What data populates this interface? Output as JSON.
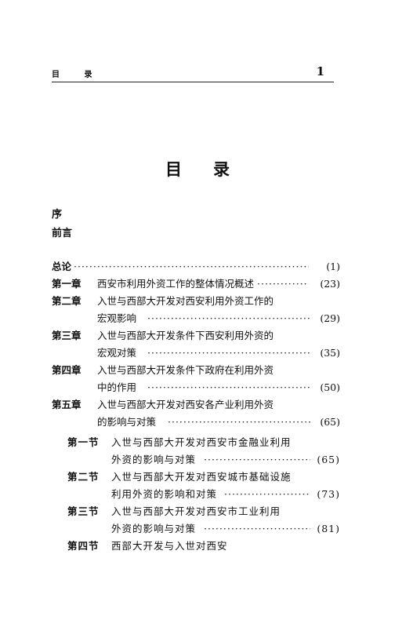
{
  "running_head": {
    "title": "目 录",
    "page_number": "1"
  },
  "main_title": "目录",
  "front_matter": [
    "序",
    "前言"
  ],
  "toc": [
    {
      "label": "",
      "lines": [
        "总论"
      ],
      "page": "(1)"
    },
    {
      "label": "第一章",
      "lines": [
        "西安市利用外资工作的整体情况概述"
      ],
      "page": "(23)"
    },
    {
      "label": "第二章",
      "lines": [
        "入世与西部大开发对西安利用外资工作的",
        "宏观影响"
      ],
      "page": "(29)"
    },
    {
      "label": "第三章",
      "lines": [
        "入世与西部大开发条件下西安利用外资的",
        "宏观对策"
      ],
      "page": "(35)"
    },
    {
      "label": "第四章",
      "lines": [
        "入世与西部大开发条件下政府在利用外资",
        "中的作用"
      ],
      "page": "(50)"
    },
    {
      "label": "第五章",
      "lines": [
        "入世与西部大开发对西安各产业利用外资",
        "的影响与对策"
      ],
      "page": "(65)"
    },
    {
      "label": "第一节",
      "lines": [
        "入世与西部大开发对西安市金融业利用",
        "外资的影响与对策"
      ],
      "page": "(65)"
    },
    {
      "label": "第二节",
      "lines": [
        "入世与西部大开发对西安城市基础设施",
        "利用外资的影响和对策"
      ],
      "page": "(73)"
    },
    {
      "label": "第三节",
      "lines": [
        "入世与西部大开发对西安市工业利用",
        "外资的影响与对策"
      ],
      "page": "(81)"
    },
    {
      "label": "第四节",
      "lines": [
        "西部大开发与入世对西安"
      ],
      "page": ""
    }
  ]
}
